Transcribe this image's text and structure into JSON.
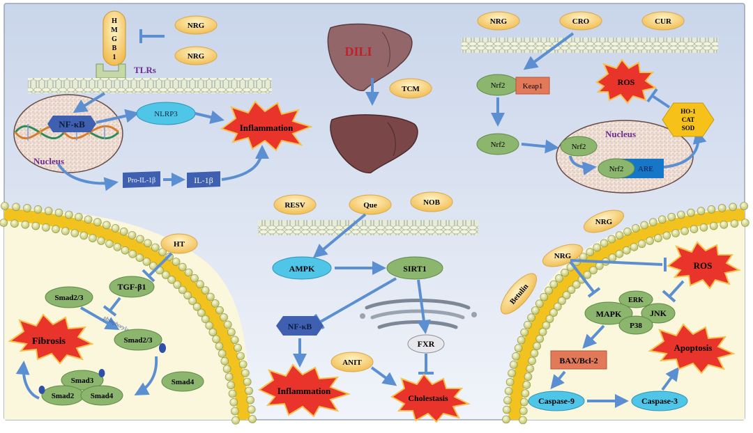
{
  "colors": {
    "background_top": "#cfd9ec",
    "background_bottom": "#eef2f9",
    "arrow": "#5b8fd1",
    "oval_gold": "#f6c667",
    "green_node": "#8cb56e",
    "cyan_node": "#4fc6e8",
    "blue_hex": "#3f5fb0",
    "red_burst": "#e8342a",
    "cell_fill": "#fbf7dc",
    "liver": "#93676a"
  },
  "icons": [
    "liver-icon",
    "dna-icon",
    "golgi-icon",
    "membrane-icon",
    "explosion-icon"
  ],
  "labels": {
    "nrg": "NRG",
    "hmgb1": [
      "H",
      "M",
      "G",
      "B",
      "1"
    ],
    "tlrs": "TLRs",
    "nfkb": "NF-κB",
    "nucleus": "Nucleus",
    "nlrp3": "NLRP3",
    "inflammation": "Inflammation",
    "pro_il1b": "Pro-IL-1β",
    "il1b": "IL-1β",
    "dili": "DILI",
    "tcm": "TCM",
    "cro": "CRO",
    "cur": "CUR",
    "nrf2": "Nrf2",
    "keap1": "Keap1",
    "ros": "ROS",
    "ho1": [
      "HO-1",
      "CAT",
      "SOD"
    ],
    "are": "ARE",
    "resv": "RESV",
    "que": "Que",
    "nob": "NOB",
    "ampk": "AMPK",
    "sirt1": "SIRT1",
    "fxr": "FXR",
    "anit": "ANIT",
    "cholestasis": "Cholestasis",
    "ht": "HT",
    "tgfb1": "TGF-β1",
    "smad23": "Smad2/3",
    "phosphorylation": "phosphorylation",
    "fibrosis": "Fibrosis",
    "smad3": "Smad3",
    "smad2": "Smad2",
    "smad4": "Smad4",
    "betulin": "Betulin",
    "mapk": "MAPK",
    "erk": "ERK",
    "jnk": "JNK",
    "p38": "P38",
    "baxbcl2": "BAX/Bcl-2",
    "apoptosis": "Apoptosis",
    "caspase9": "Caspase-9",
    "caspase3": "Caspase-3"
  }
}
